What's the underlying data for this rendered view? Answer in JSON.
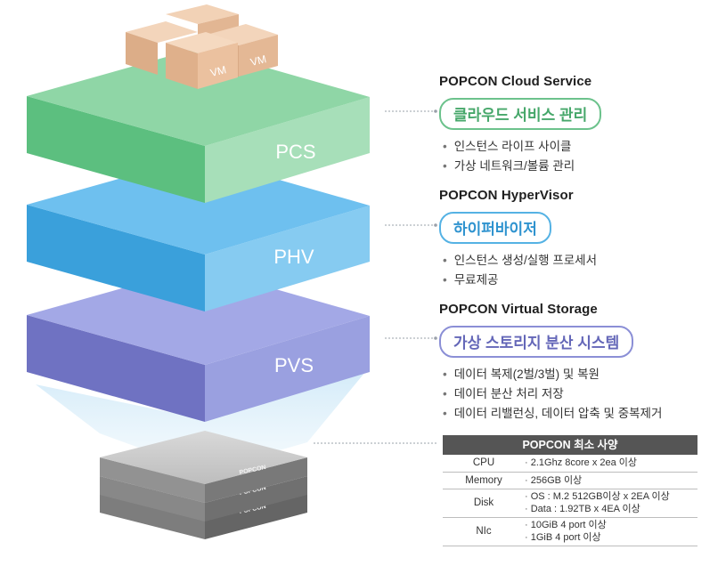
{
  "diagram": {
    "vm_labels": [
      "VM",
      "VM"
    ],
    "layer_labels": {
      "pcs": "PCS",
      "phv": "PHV",
      "pvs": "PVS"
    },
    "server_brand": "POPCON",
    "colors": {
      "pcs": "#7fcf99",
      "phv": "#5db8ea",
      "pvs": "#8c90d8",
      "vm": "#e8c1a0",
      "server": "#8a8a8a"
    }
  },
  "sections": {
    "cloud": {
      "title": "POPCON Cloud Service",
      "pill": "클라우드 서비스 관리",
      "bullets": [
        "인스턴스 라이프 사이클",
        "가상 네트워크/볼륨 관리"
      ]
    },
    "hypervisor": {
      "title": "POPCON HyperVisor",
      "pill": "하이퍼바이저",
      "bullets": [
        "인스턴스 생성/실행 프로세서",
        "무료제공"
      ]
    },
    "storage": {
      "title": "POPCON Virtual Storage",
      "pill": "가상 스토리지 분산 시스템",
      "bullets": [
        "데이터 복제(2벌/3벌) 및 복원",
        "데이터 분산 처리 저장",
        "데이터 리밸런싱, 데이터 압축 및 중복제거"
      ]
    }
  },
  "spec": {
    "title": "POPCON 최소 사양",
    "rows": [
      {
        "label": "CPU",
        "values": [
          "2.1Ghz 8core x 2ea 이상"
        ]
      },
      {
        "label": "Memory",
        "values": [
          "256GB 이상"
        ]
      },
      {
        "label": "Disk",
        "values": [
          "OS : M.2 512GB이상 x 2EA 이상",
          "Data : 1.92TB x 4EA 이상"
        ]
      },
      {
        "label": "NIc",
        "values": [
          "10GiB 4 port 이상",
          "1GiB 4 port 이상"
        ]
      }
    ]
  }
}
